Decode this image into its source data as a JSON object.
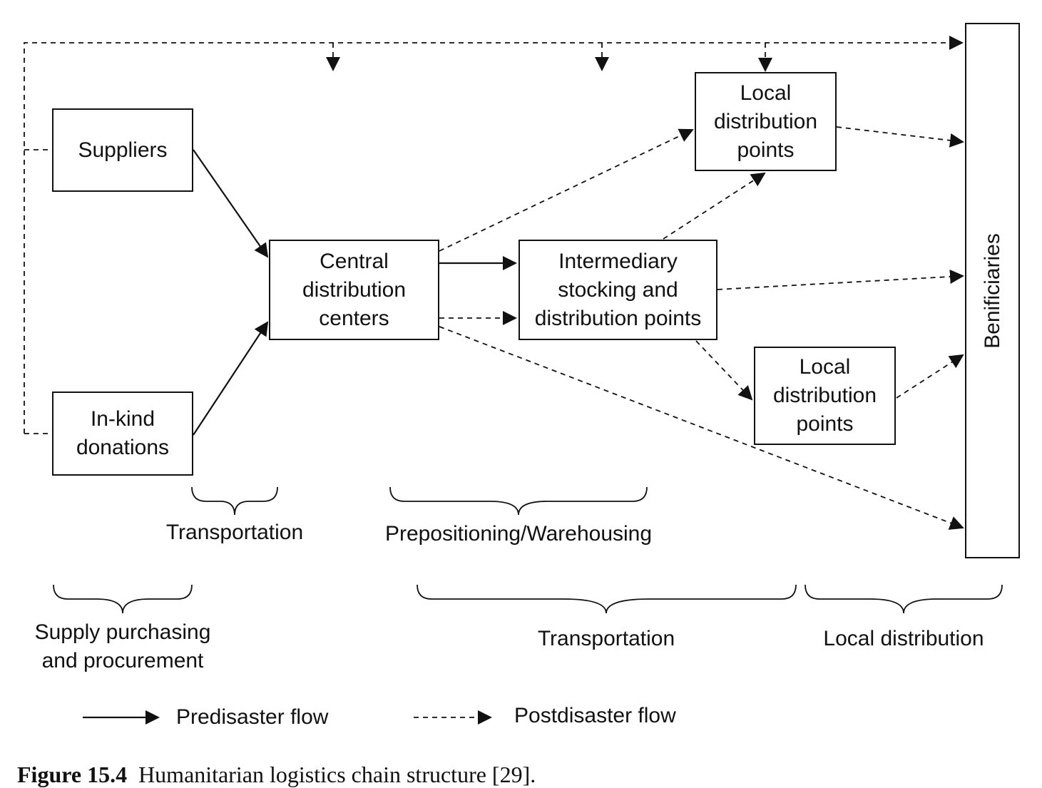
{
  "nodes": {
    "suppliers": "Suppliers",
    "in_kind": "In-kind\ndonations",
    "central": "Central\ndistribution\ncenters",
    "intermediary": "Intermediary\nstocking and\ndistribution points",
    "local_top": "Local\ndistribution\npoints",
    "local_bottom": "Local\ndistribution\npoints",
    "beneficiaries": "Benificiaries"
  },
  "phases": {
    "transportation_1": "Transportation",
    "prepositioning": "Prepositioning/Warehousing",
    "supply": "Supply purchasing\nand procurement",
    "transportation_2": "Transportation",
    "local_distribution": "Local distribution"
  },
  "legend": {
    "predisaster": "Predisaster flow",
    "postdisaster": "Postdisaster flow"
  },
  "caption": {
    "label": "Figure 15.4",
    "text": "Humanitarian logistics chain structure [29]."
  },
  "colors": {
    "stroke": "#111111",
    "background": "#ffffff"
  }
}
